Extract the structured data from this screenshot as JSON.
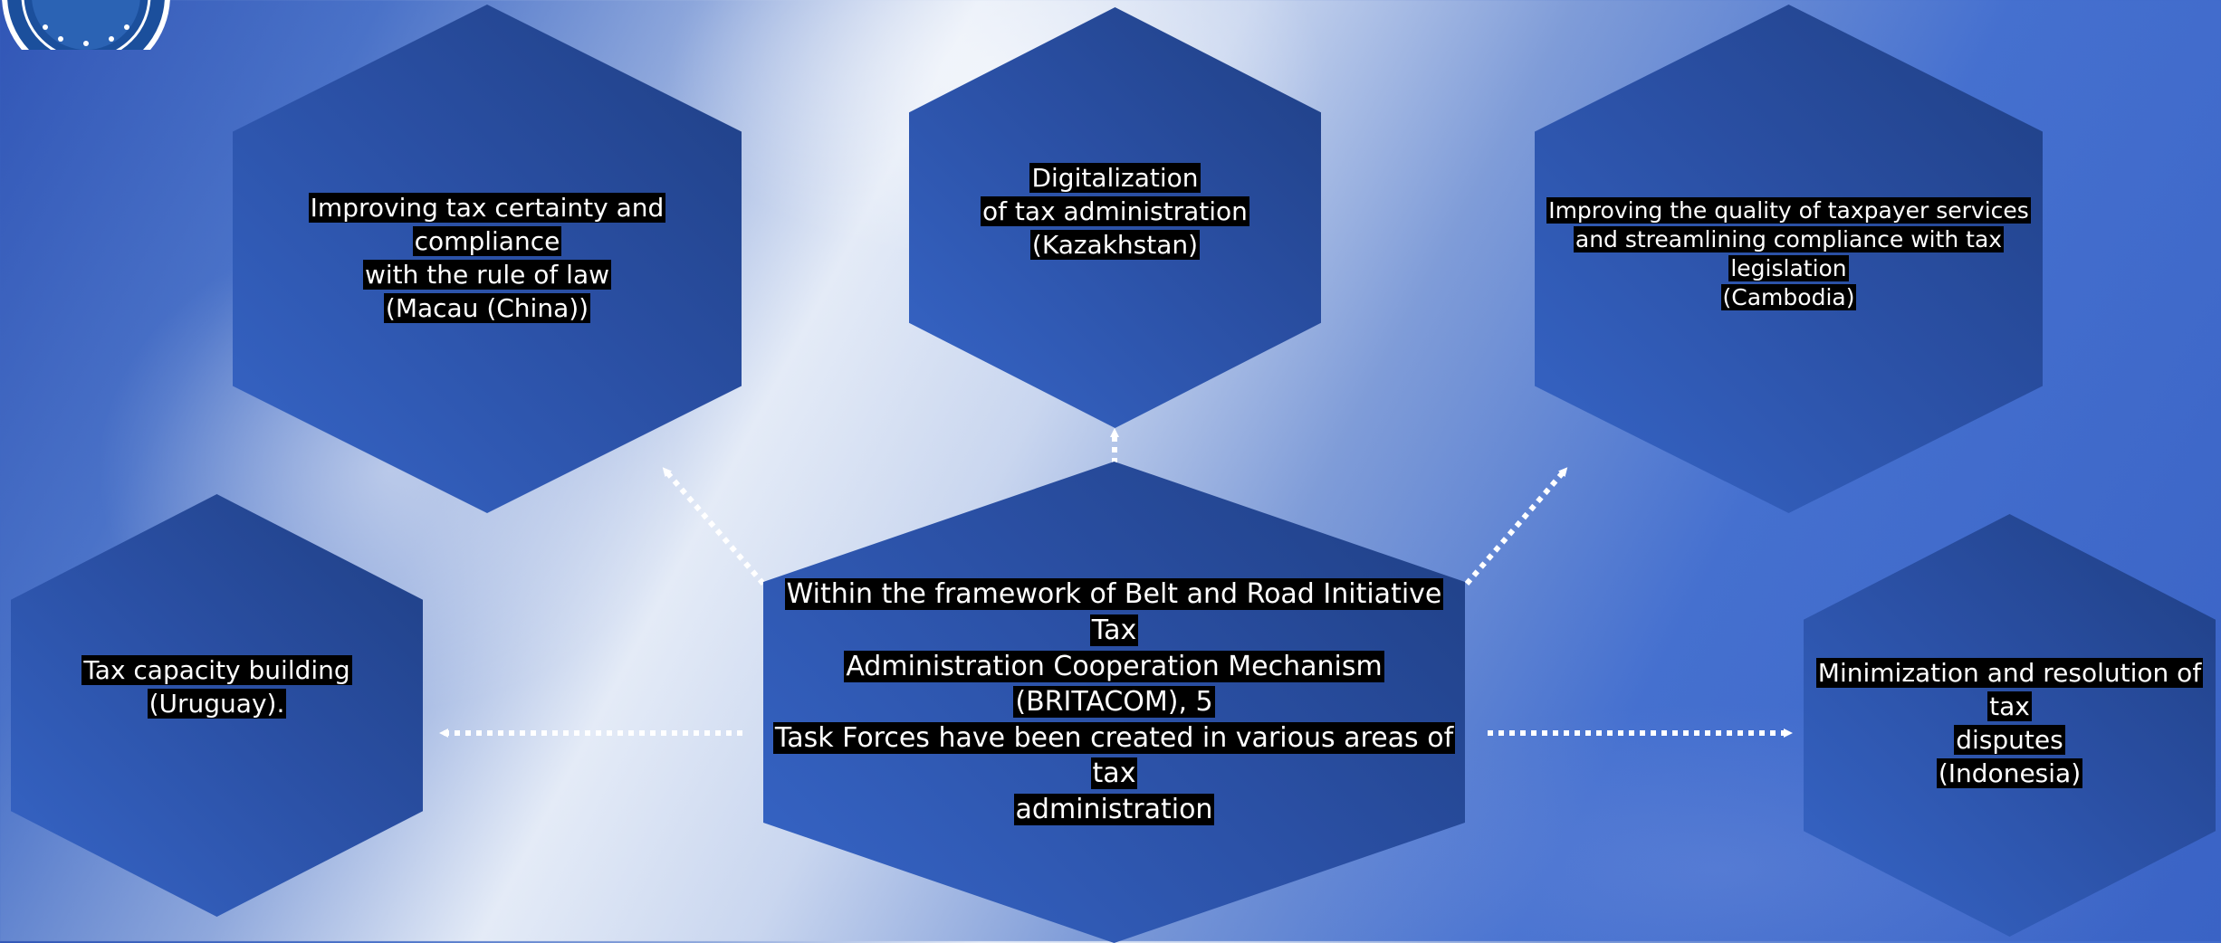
{
  "center": {
    "lines": [
      "Within the framework of Belt and Road Initiative Tax",
      "Administration Cooperation Mechanism (BRITACOM), 5",
      "Task Forces have been created in various areas of tax",
      "administration"
    ]
  },
  "task_forces": {
    "rule_of_law": [
      "Improving tax certainty and compliance",
      "with the rule of law",
      "(Macau (China))"
    ],
    "digitalization": [
      "Digitalization",
      "of tax administration",
      "(Kazakhstan)"
    ],
    "taxpayer_services": [
      "Improving the quality of taxpayer services",
      "and streamlining compliance with tax",
      "legislation",
      "(Cambodia)"
    ],
    "capacity_building": [
      "Tax capacity building",
      "(Uruguay)."
    ],
    "disputes": [
      "Minimization and resolution of tax",
      "disputes",
      "(Indonesia)"
    ]
  },
  "colors": {
    "hexagon_dark": "#1f3f84",
    "hexagon_light": "#3766c8",
    "arrow": "#ffffff",
    "text_highlight": "#000000"
  }
}
